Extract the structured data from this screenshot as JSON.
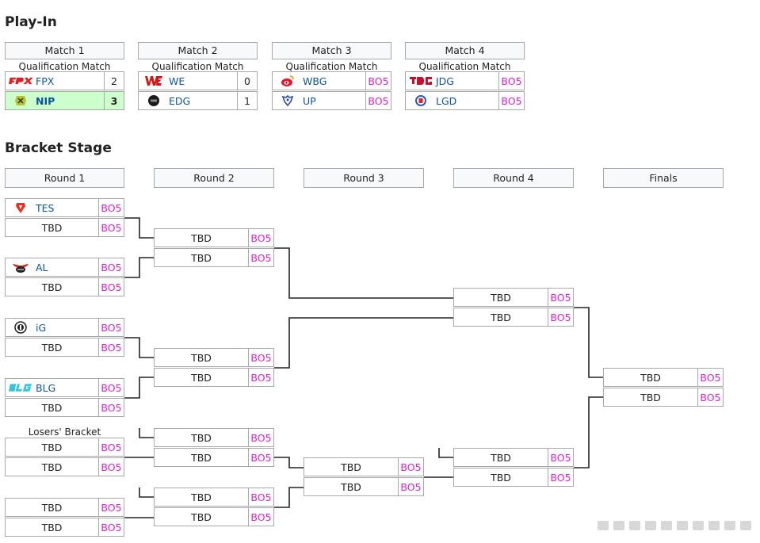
{
  "playin": {
    "title": "Play-In",
    "matches": [
      {
        "header": "Match 1",
        "sub": "Qualification Match",
        "teams": [
          {
            "logo": "fpx-logo-icon",
            "name": "FPX",
            "score": "2",
            "win": false
          },
          {
            "logo": "nip-logo-icon",
            "name": "NIP",
            "score": "3",
            "win": true
          }
        ]
      },
      {
        "header": "Match 2",
        "sub": "Qualification Match",
        "teams": [
          {
            "logo": "we-logo-icon",
            "name": "WE",
            "score": "0",
            "win": false
          },
          {
            "logo": "edg-logo-icon",
            "name": "EDG",
            "score": "1",
            "win": false
          }
        ]
      },
      {
        "header": "Match 3",
        "sub": "Qualification Match",
        "teams": [
          {
            "logo": "wbg-logo-icon",
            "name": "WBG",
            "score": "BO5",
            "win": false
          },
          {
            "logo": "up-logo-icon",
            "name": "UP",
            "score": "BO5",
            "win": false
          }
        ]
      },
      {
        "header": "Match 4",
        "sub": "Qualification Match",
        "teams": [
          {
            "logo": "jdg-logo-icon",
            "name": "JDG",
            "score": "BO5",
            "win": false
          },
          {
            "logo": "lgd-logo-icon",
            "name": "LGD",
            "score": "BO5",
            "win": false
          }
        ]
      }
    ]
  },
  "bracket": {
    "title": "Bracket Stage",
    "rounds": [
      "Round 1",
      "Round 2",
      "Round 3",
      "Round 4",
      "Finals"
    ],
    "losers_label": "Losers' Bracket",
    "bo_label": "BO5",
    "tbd": "TBD",
    "r1_teams": [
      {
        "logo": "tes-logo-icon",
        "name": "TES"
      },
      {
        "logo": "al-logo-icon",
        "name": "AL"
      },
      {
        "logo": "ig-logo-icon",
        "name": "iG"
      },
      {
        "logo": "blg-logo-icon",
        "name": "BLG"
      }
    ]
  },
  "colors": {
    "bo": "#e21fd6",
    "team_link": "#0b54a5",
    "win_bg": "#ccffcc",
    "border": "#a8a8a8",
    "header_bg": "#f8f9fa"
  }
}
